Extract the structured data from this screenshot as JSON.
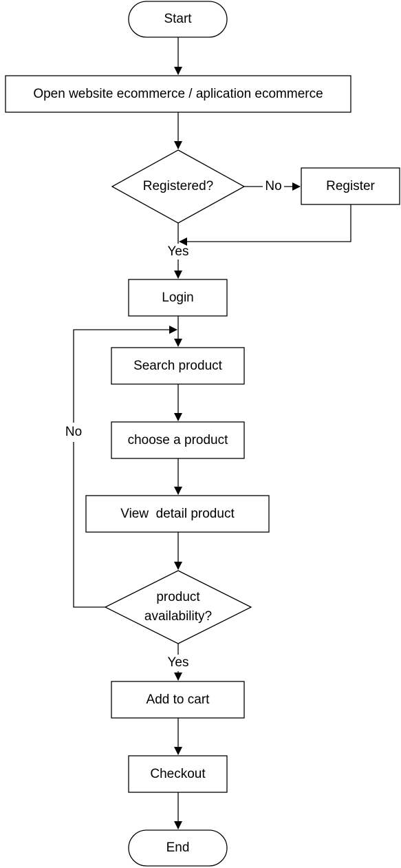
{
  "flowchart": {
    "start": "Start",
    "open_site": "Open website ecommerce / aplication ecommerce",
    "registered_q": "Registered?",
    "no_label_register": "No",
    "register": "Register",
    "yes_label_login": "Yes",
    "login": "Login",
    "search_product": "Search product",
    "choose_product": "choose a product",
    "view_detail": "View  detail product",
    "availability_line1": "product",
    "availability_line2": "availability?",
    "no_label_loop": "No",
    "yes_label_cart": "Yes",
    "add_to_cart": "Add to cart",
    "checkout": "Checkout",
    "end": "End"
  }
}
